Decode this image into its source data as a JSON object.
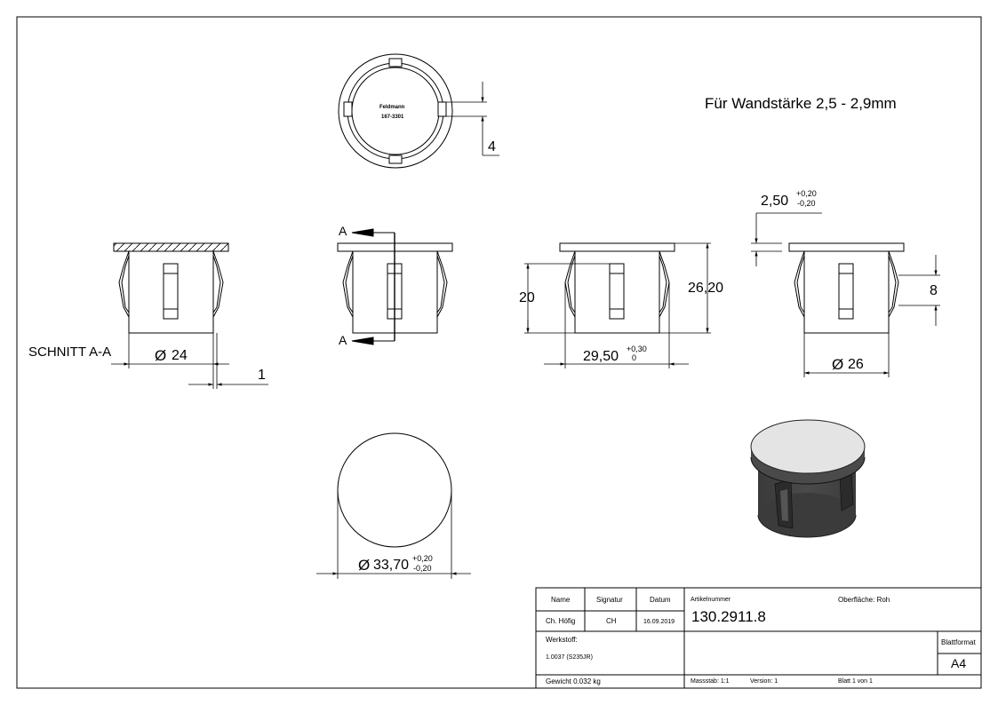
{
  "note": "Für Wandstärke 2,5 - 2,9mm",
  "top_view": {
    "logo_line1": "Feldmann",
    "logo_line2": "167-3301",
    "dim_slot": "4"
  },
  "section_view": {
    "label": "SCHNITT A-A",
    "dim_diameter": "24",
    "dim_wall": "1"
  },
  "front_view": {
    "section_mark_top": "A",
    "section_mark_bottom": "A"
  },
  "dims_view": {
    "height_20": "20",
    "height_total": "26,20",
    "diameter": "29,50",
    "tol_upper": "+0,30",
    "tol_lower": "0"
  },
  "side_view": {
    "thickness": "2,50",
    "tol_upper": "+0,20",
    "tol_lower": "-0,20",
    "rib_height": "8",
    "diameter": "26"
  },
  "bottom_view": {
    "diameter": "33,70",
    "tol_upper": "+0,20",
    "tol_lower": "-0,20"
  },
  "diameter_symbol": "Ø",
  "title_block": {
    "col_name": "Name",
    "col_signatur": "Signatur",
    "col_datum": "Datum",
    "name": "Ch. Höfig",
    "signatur": "CH",
    "datum": "16.09.2019",
    "artikelnummer_label": "Artikelnummer",
    "artikelnummer": "130.2911.8",
    "oberflaeche": "Oberfläche:  Roh",
    "werkstoff_label": "Werkstoff:",
    "werkstoff": "1.0037 (S235JR)",
    "blattformat_label": "Blattformat",
    "blattformat": "A4",
    "gewicht": "Gewicht 0.032 kg",
    "massstab": "Massstab: 1:1",
    "version": "Version: 1",
    "blatt": "Blatt 1 von 1"
  }
}
